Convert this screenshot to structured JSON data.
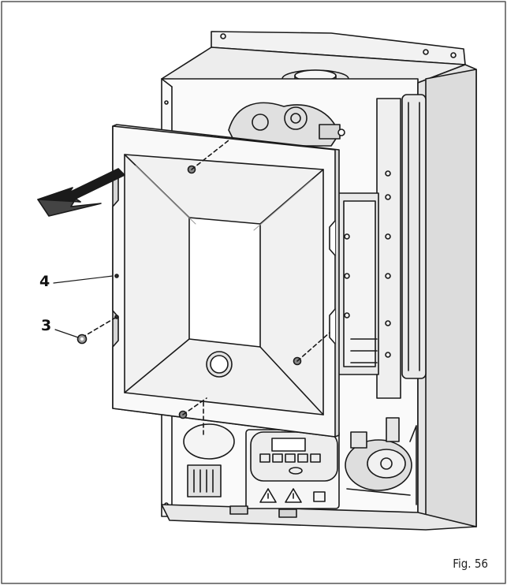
{
  "figure": {
    "caption": "Fig. 56"
  },
  "callouts": [
    {
      "id": "4",
      "label": "4"
    },
    {
      "id": "3",
      "label": "3"
    }
  ],
  "icons": {
    "arrow": "removal-direction-arrow-icon",
    "warning": "warning-triangle-icon"
  }
}
